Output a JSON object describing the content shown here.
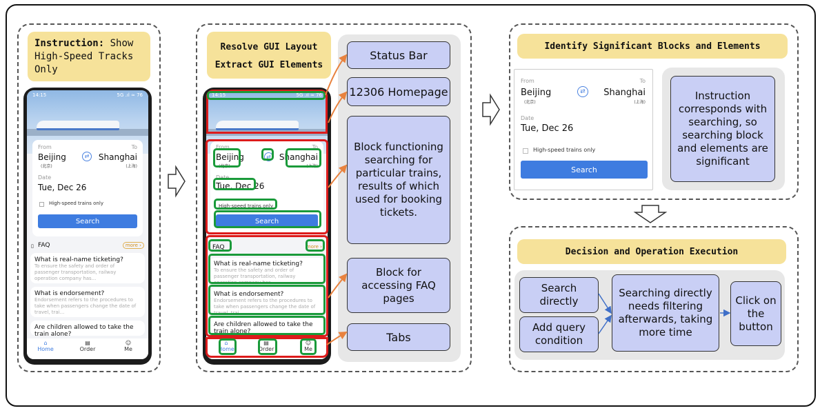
{
  "panel1": {
    "instruction_label": "Instruction:",
    "instruction_text": " Show High-Speed Tracks Only"
  },
  "phone": {
    "time": "14:15",
    "signal": "5G .ıl ≈ 76",
    "from_label": "From",
    "to_label": "To",
    "from_city": "Beijing",
    "from_city_cn": "(北京)",
    "to_city": "Shanghai",
    "to_city_cn": "(上海)",
    "date_label": "Date",
    "date_value": "Tue, Dec 26",
    "checkbox_label": "High-speed trains only",
    "search_button": "Search",
    "faq_title": "FAQ",
    "more_label": "more ›",
    "faq": [
      {
        "q": "What is real-name ticketing?",
        "a": "To ensure the safety and order of passenger transportation, railway operation company has..."
      },
      {
        "q": "What is endorsement?",
        "a": "Endorsement refers to the procedures to take when passengers change the date of travel, trai..."
      },
      {
        "q": "Are children allowed to take the train alone?",
        "a": ""
      }
    ],
    "tabs": [
      "Home",
      "Order",
      "Me"
    ]
  },
  "panel2": {
    "title_line1": "Resolve GUI Layout",
    "title_line2": "Extract GUI Elements",
    "labels": [
      "Status Bar",
      "12306 Homepage",
      "Block functioning searching for particular trains, results of which used for booking tickets.",
      "Block for accessing FAQ pages",
      "Tabs"
    ]
  },
  "panel3": {
    "title": "Identify Significant Blocks and Elements",
    "note": "Instruction corresponds with searching, so searching block and elements are significant"
  },
  "panel4": {
    "title": "Decision and Operation Execution",
    "option1": "Search directly",
    "option2": "Add query condition",
    "reason": "Searching directly needs filtering afterwards, taking more time",
    "action": "Click on the button"
  },
  "colors": {
    "yellow": "#f6e29a",
    "blue_box": "#c9cff5",
    "highlight_green": "#1a9a3a",
    "highlight_red": "#dd1b1b",
    "arrow_orange": "#e8823e",
    "arrow_blue": "#3f6fc8",
    "search_button": "#3e7ce0"
  }
}
